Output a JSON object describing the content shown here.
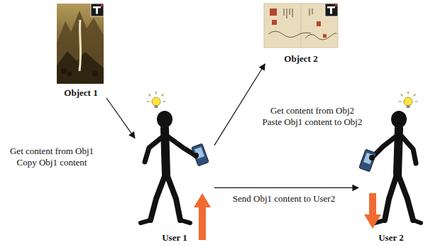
{
  "diagram": {
    "nodes": [
      {
        "text": [
          "Object 1"
        ]
      },
      {
        "text": [
          "Object 2"
        ]
      },
      {
        "text": [
          "User 1"
        ]
      },
      {
        "text": [
          "User 2"
        ]
      }
    ],
    "edges": [
      {
        "from": 0,
        "to": 2,
        "arrow": "to",
        "label": "Get content from Obj1 Copy Obj1 content"
      },
      {
        "from": 2,
        "to": 1,
        "arrow": "to",
        "label": "Get content from Obj2 Paste Obj1 content to Obj2"
      },
      {
        "from": 2,
        "to": 3,
        "arrow": "to",
        "label": "Send Obj1 content to User2"
      }
    ]
  }
}
